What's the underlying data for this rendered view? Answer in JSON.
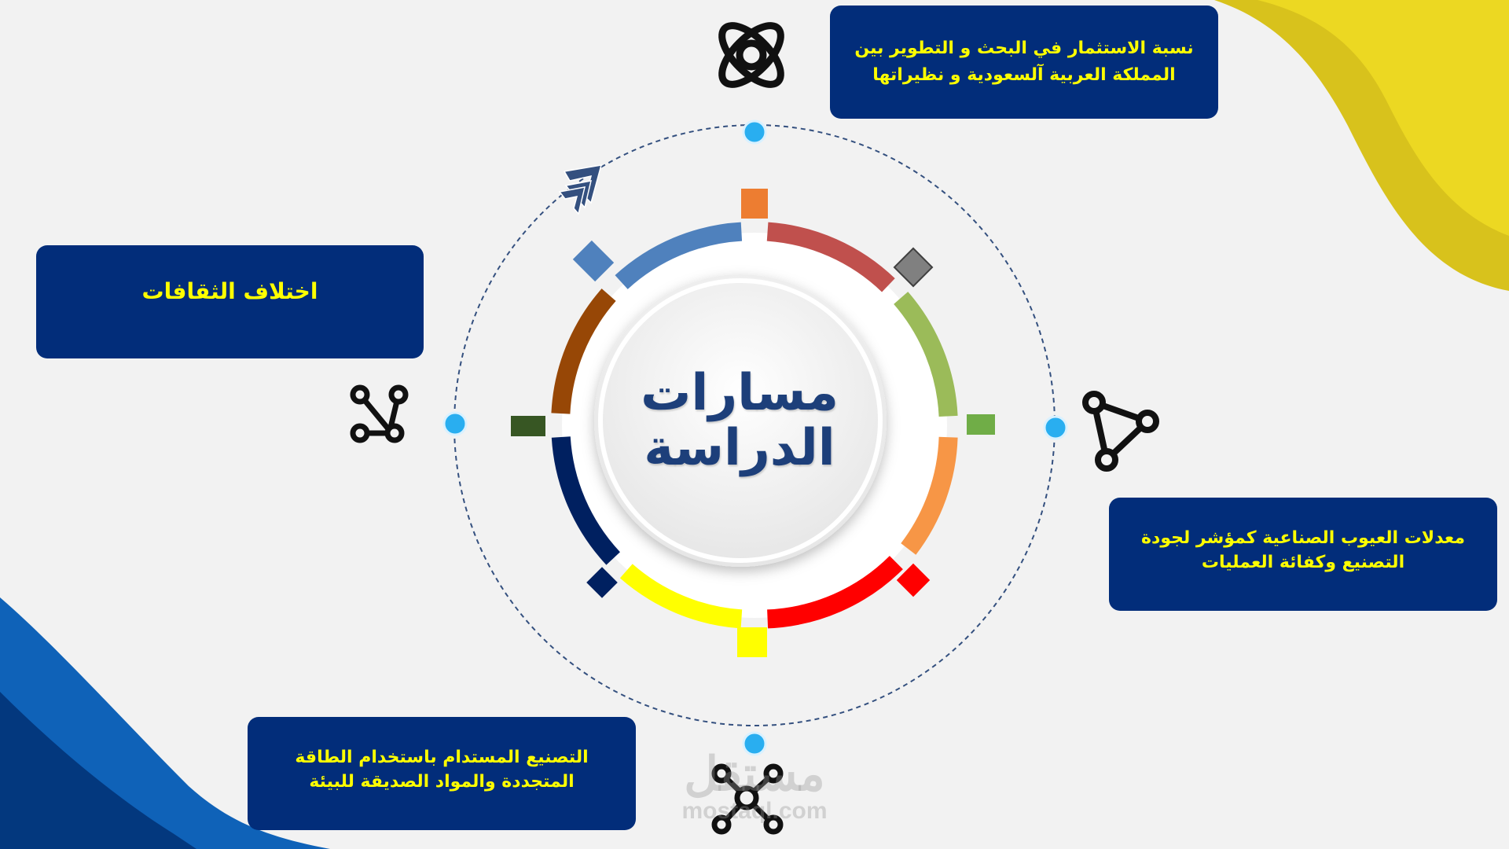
{
  "diagram": {
    "center_title_line1": "مسارات",
    "center_title_line2": "الدراسة",
    "boxes": {
      "investment": "نسبة الاستثمار في البحث و التطوير بين المملكة العربية آلسعودية و نظيراتها",
      "cultures": "اختلاف الثقافات",
      "defects": "معدلات العيوب الصناعية كمؤشر لجودة التصنيع وكفائة العمليات",
      "sustainable": "التصنيع المستدام باستخدام الطاقة المتجددة والمواد الصديقة للبيئة"
    },
    "icons": [
      "atom-icon",
      "chevron-arrow-icon",
      "nodes-icon",
      "triangle-network-icon",
      "hub-network-icon"
    ]
  },
  "colors": {
    "box_background": "#022d7a",
    "box_text": "#ffff00",
    "title_text": "#1d3f7a",
    "accent_yellow": "#e9d21f",
    "accent_blue": "#0a5db0",
    "dot": "#29aef0"
  },
  "watermark": {
    "arabic": "مستقل",
    "latin": "mostaql.com"
  }
}
